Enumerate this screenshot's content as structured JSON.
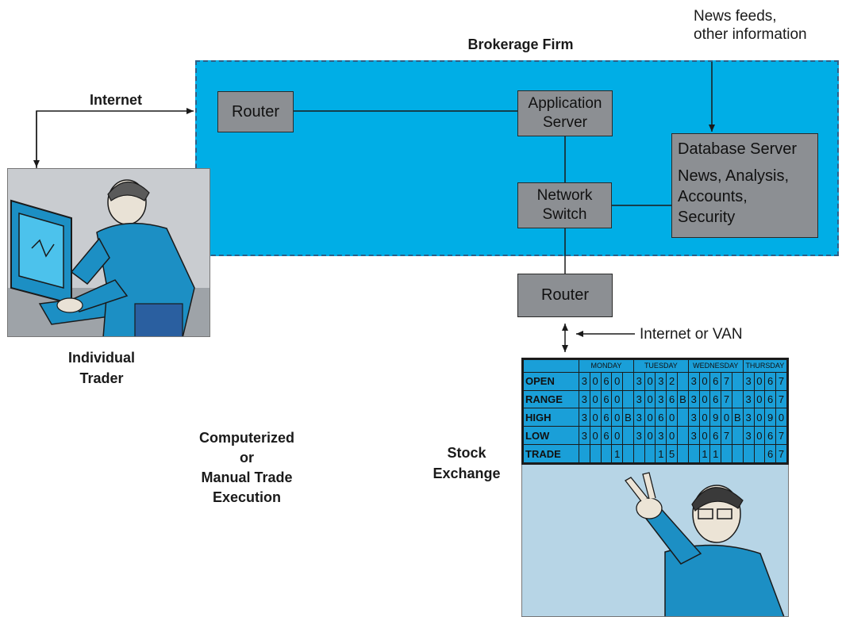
{
  "brokerage_firm_label": "Brokerage Firm",
  "news_feeds_label": "News feeds,\nother information",
  "internet_label": "Internet",
  "router_top_label": "Router",
  "app_server_label": "Application\nServer",
  "network_switch_label": "Network\nSwitch",
  "database_server": {
    "title": "Database Server",
    "details": "News, Analysis,\nAccounts,\nSecurity"
  },
  "router_bottom_label": "Router",
  "internet_or_van_label": "Internet or VAN",
  "individual_trader_label": "Individual\nTrader",
  "execution_label": "Computerized\nor\nManual Trade\nExecution",
  "stock_exchange_label": "Stock\nExchange",
  "board": {
    "days": [
      "MONDAY",
      "TUESDAY",
      "WEDNESDAY",
      "THURSDAY"
    ],
    "rows": [
      {
        "label": "OPEN",
        "cells": [
          "3",
          "0",
          "6",
          "0",
          "",
          "3",
          "0",
          "3",
          "2",
          "",
          "3",
          "0",
          "6",
          "7",
          "",
          "3",
          "0",
          "6",
          "7"
        ]
      },
      {
        "label": "RANGE",
        "cells": [
          "3",
          "0",
          "6",
          "0",
          "",
          "3",
          "0",
          "3",
          "6",
          "B",
          "3",
          "0",
          "6",
          "7",
          "",
          "3",
          "0",
          "6",
          "7"
        ]
      },
      {
        "label": "HIGH",
        "cells": [
          "3",
          "0",
          "6",
          "0",
          "B",
          "3",
          "0",
          "6",
          "0",
          "",
          "3",
          "0",
          "9",
          "0",
          "B",
          "3",
          "0",
          "9",
          "0"
        ]
      },
      {
        "label": "LOW",
        "cells": [
          "3",
          "0",
          "6",
          "0",
          "",
          "3",
          "0",
          "3",
          "0",
          "",
          "3",
          "0",
          "6",
          "7",
          "",
          "3",
          "0",
          "6",
          "7"
        ]
      },
      {
        "label": "TRADE",
        "cells": [
          "",
          "",
          "",
          "1",
          "",
          "",
          "",
          "1",
          "5",
          "",
          "",
          "1",
          "1",
          "",
          "",
          "",
          "",
          "6",
          "7"
        ]
      }
    ]
  }
}
